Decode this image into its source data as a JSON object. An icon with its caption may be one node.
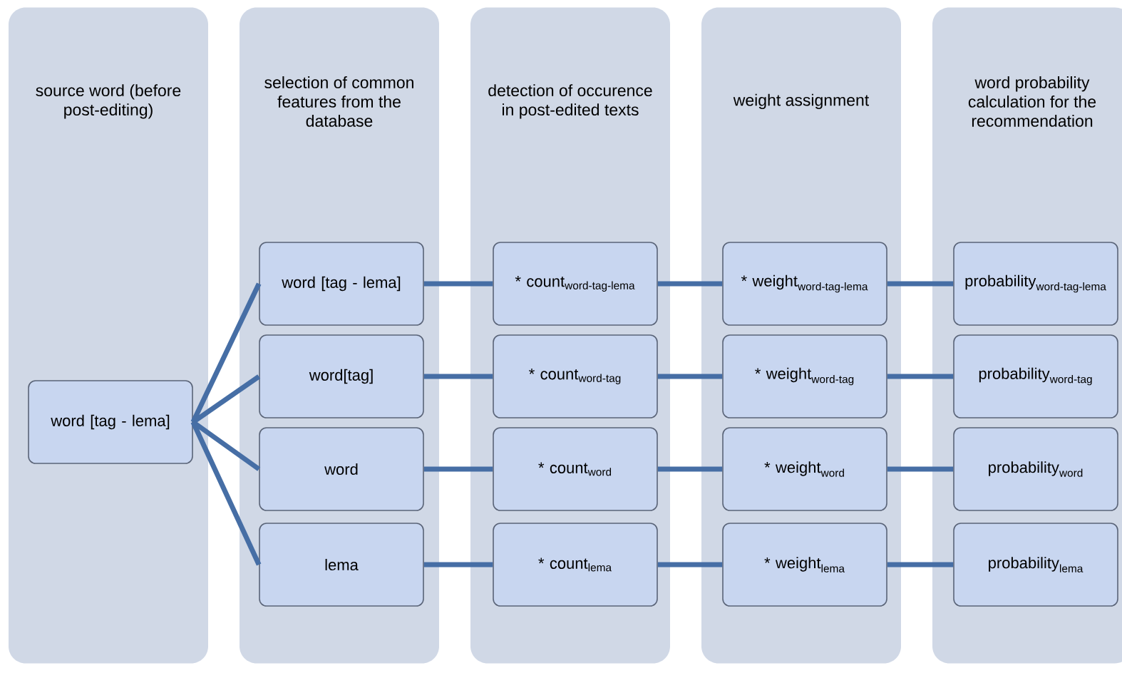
{
  "diagram": {
    "nodes": [
      {
        "text": [
          "source word (before post-editing)"
        ]
      },
      {
        "text": [
          "selection of common features from the database"
        ]
      },
      {
        "text": [
          "detection of occurence in post-edited texts"
        ]
      },
      {
        "text": [
          "weight assignment"
        ]
      },
      {
        "text": [
          "word probability calculation for the recommendation"
        ]
      },
      {
        "text": [
          "word [tag - lema]"
        ],
        "in": 0
      },
      {
        "text": [
          "word [tag - lema]"
        ],
        "in": 1
      },
      {
        "text": [
          "word[tag]"
        ],
        "in": 1
      },
      {
        "text": [
          "word"
        ],
        "in": 1
      },
      {
        "text": [
          "lema"
        ],
        "in": 1
      },
      {
        "text": [
          "\\text{* count}_{\\text{word-tag-lema}}"
        ],
        "in": 2
      },
      {
        "text": [
          "\\text{* count}_{\\text{word-tag}}"
        ],
        "in": 2
      },
      {
        "text": [
          "\\text{* count}_{\\text{word}}"
        ],
        "in": 2
      },
      {
        "text": [
          "\\text{* count}_{\\text{lema}}"
        ],
        "in": 2
      },
      {
        "text": [
          "\\text{* weight}_{\\text{word-tag-lema}}"
        ],
        "in": 3
      },
      {
        "text": [
          "\\text{* weight}_{\\text{word-tag}}"
        ],
        "in": 3
      },
      {
        "text": [
          "\\text{* weight}_{\\text{word}}"
        ],
        "in": 3
      },
      {
        "text": [
          "\\text{* weight}_{\\text{lema}}"
        ],
        "in": 3
      },
      {
        "text": [
          "\\text{probability}_{\\text{word-tag-lema}}"
        ],
        "in": 4
      },
      {
        "text": [
          "\\text{probability}_{\\text{word-tag}}"
        ],
        "in": 4
      },
      {
        "text": [
          "\\text{probability}_{\\text{word}}"
        ],
        "in": 4
      },
      {
        "text": [
          "\\text{probability}_{\\text{lema}}"
        ],
        "in": 4
      }
    ],
    "edges": [
      {
        "from": 5,
        "to": 6,
        "arrow": "none"
      },
      {
        "from": 5,
        "to": 7,
        "arrow": "none"
      },
      {
        "from": 5,
        "to": 8,
        "arrow": "none"
      },
      {
        "from": 5,
        "to": 9,
        "arrow": "none"
      },
      {
        "from": 6,
        "to": 10,
        "arrow": "none"
      },
      {
        "from": 7,
        "to": 11,
        "arrow": "none"
      },
      {
        "from": 8,
        "to": 12,
        "arrow": "none"
      },
      {
        "from": 9,
        "to": 13,
        "arrow": "none"
      },
      {
        "from": 10,
        "to": 14,
        "arrow": "none"
      },
      {
        "from": 11,
        "to": 15,
        "arrow": "none"
      },
      {
        "from": 12,
        "to": 16,
        "arrow": "none"
      },
      {
        "from": 13,
        "to": 17,
        "arrow": "none"
      },
      {
        "from": 14,
        "to": 18,
        "arrow": "none"
      },
      {
        "from": 15,
        "to": 19,
        "arrow": "none"
      },
      {
        "from": 16,
        "to": 20,
        "arrow": "none"
      },
      {
        "from": 17,
        "to": 21,
        "arrow": "none"
      }
    ]
  }
}
